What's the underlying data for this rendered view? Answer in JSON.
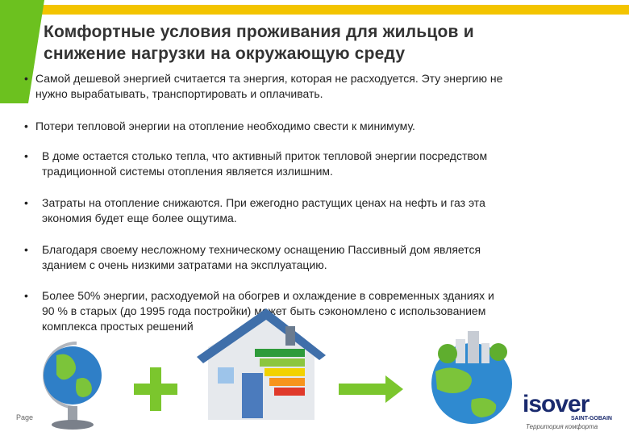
{
  "title": {
    "line1": "Комфортные условия проживания для жильцов и",
    "line2": "снижение нагрузки на окружающую среду"
  },
  "bullets": [
    {
      "marker": "•",
      "line1": "Самой дешевой энергией считается та энергия, которая не расходуется. Эту энергию не",
      "line2": "нужно вырабатывать, транспортировать и оплачивать."
    },
    {
      "marker": "•",
      "line1": "Потери тепловой энергии на отопление необходимо свести к минимуму.",
      "line2": ""
    },
    {
      "marker": "•",
      "line1": "В доме остается столько тепла, что активный приток тепловой энергии посредством",
      "line2": "традиционной системы отопления является излишним."
    },
    {
      "marker": "•",
      "line1": "Затраты на отопление снижаются. При ежегодно растущих ценах на нефть и газ эта",
      "line2": "экономия будет еще более ощутима."
    },
    {
      "marker": "•",
      "line1": "Благодаря своему несложному техническому оснащению Пассивный дом является",
      "line2": "зданием с очень низкими затратами на эксплуатацию."
    },
    {
      "marker": "•",
      "line1": "Более 50% энергии, расходуемой на обогрев и охлаждение в современных зданиях и",
      "line2": "90 % в старых (до 1995 года постройки) может быть сэкономлено с использованием",
      "line3": "комплекса простых решений"
    }
  ],
  "page_label": "Page",
  "logo": {
    "name": "isover",
    "sub": "SAINT-GOBAIN",
    "tagline": "Территория комфорта"
  },
  "colors": {
    "accent_yellow": "#f3c400",
    "accent_green": "#6cc11f",
    "plus_green": "#7bc62d",
    "logo_blue": "#1a2a6e"
  }
}
